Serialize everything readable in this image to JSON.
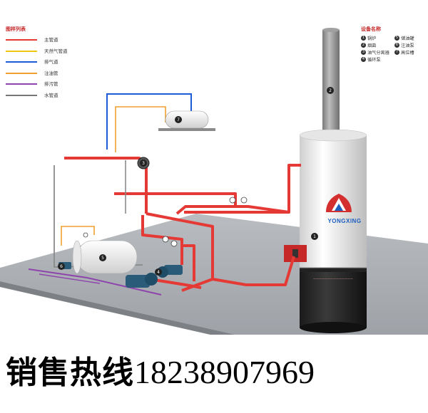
{
  "legend": {
    "title": "图样列表",
    "items": [
      {
        "label": "主管道",
        "color": "#e53935"
      },
      {
        "label": "天然气管道",
        "color": "#f2c511"
      },
      {
        "label": "排气道",
        "color": "#1e5bd6"
      },
      {
        "label": "注油管",
        "color": "#f0a030"
      },
      {
        "label": "排污管",
        "color": "#8e44ad"
      },
      {
        "label": "水管道",
        "color": "#777777"
      }
    ]
  },
  "equipment": {
    "title": "设备名称",
    "items": [
      {
        "num": "1",
        "label": "锅炉"
      },
      {
        "num": "5",
        "label": "储油罐"
      },
      {
        "num": "2",
        "label": "烟囱"
      },
      {
        "num": "6",
        "label": "注油泵"
      },
      {
        "num": "3",
        "label": "油气分离器"
      },
      {
        "num": "7",
        "label": "高位槽"
      },
      {
        "num": "4",
        "label": "循环泵"
      }
    ]
  },
  "callouts": [
    "1",
    "2",
    "3",
    "4",
    "5",
    "6",
    "7"
  ],
  "brand": {
    "name": "YONGXING"
  },
  "hotline": {
    "label": "销售热线",
    "number": "18238907969"
  }
}
